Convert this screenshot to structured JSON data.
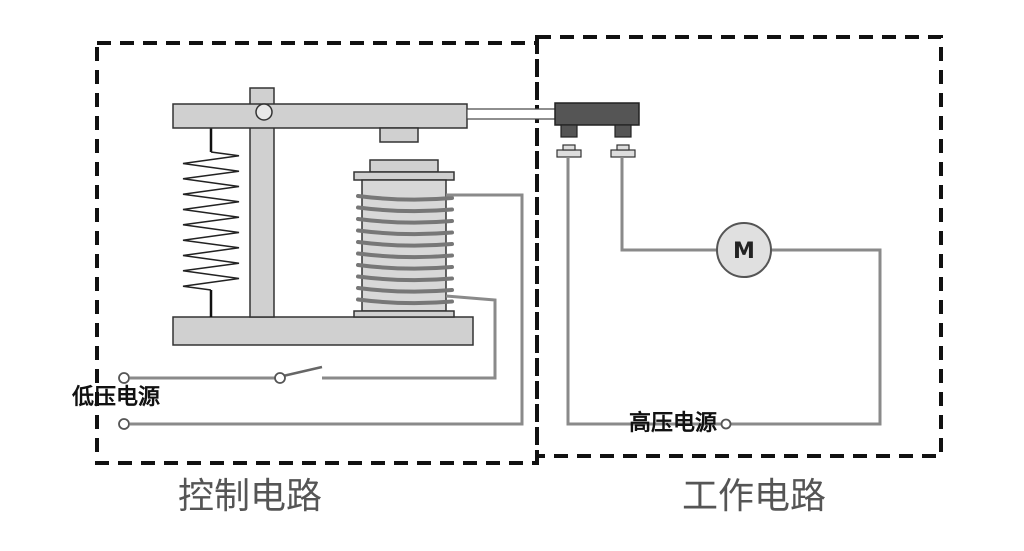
{
  "labels": {
    "low_voltage_source": "低压电源",
    "high_voltage_source": "高压电源",
    "control_circuit": "控制电路",
    "working_circuit": "工作电路",
    "motor": "M"
  },
  "colors": {
    "wire": "#8a8a8a",
    "part_fill": "#d0d0d0",
    "part_stroke": "#333333",
    "contact_dark": "#555555",
    "boundary": "#111111"
  }
}
